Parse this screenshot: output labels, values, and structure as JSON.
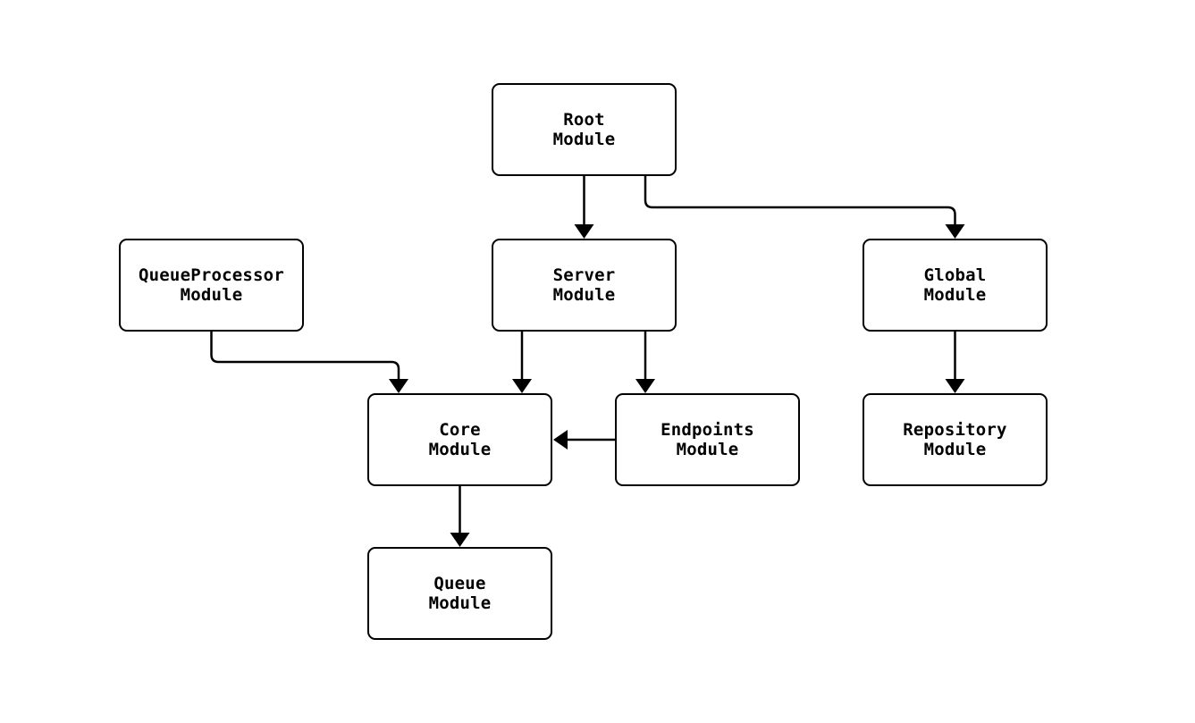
{
  "diagram": {
    "type": "module-dependency-flowchart",
    "background_color": "#ffffff",
    "node_fill_color": "#ffffff",
    "node_border_color": "#000000",
    "edge_color": "#000000",
    "text_color": "#000000",
    "nodes": [
      {
        "id": "root",
        "line1": "Root",
        "line2": "Module"
      },
      {
        "id": "queue_processor",
        "line1": "QueueProcessor",
        "line2": "Module"
      },
      {
        "id": "server",
        "line1": "Server",
        "line2": "Module"
      },
      {
        "id": "global",
        "line1": "Global",
        "line2": "Module"
      },
      {
        "id": "core",
        "line1": "Core",
        "line2": "Module"
      },
      {
        "id": "endpoints",
        "line1": "Endpoints",
        "line2": "Module"
      },
      {
        "id": "repository",
        "line1": "Repository",
        "line2": "Module"
      },
      {
        "id": "queue",
        "line1": "Queue",
        "line2": "Module"
      }
    ],
    "edges": [
      {
        "from": "root",
        "to": "server"
      },
      {
        "from": "root",
        "to": "global"
      },
      {
        "from": "queue_processor",
        "to": "core"
      },
      {
        "from": "server",
        "to": "core"
      },
      {
        "from": "server",
        "to": "endpoints"
      },
      {
        "from": "endpoints",
        "to": "core"
      },
      {
        "from": "global",
        "to": "repository"
      },
      {
        "from": "core",
        "to": "queue"
      }
    ]
  }
}
